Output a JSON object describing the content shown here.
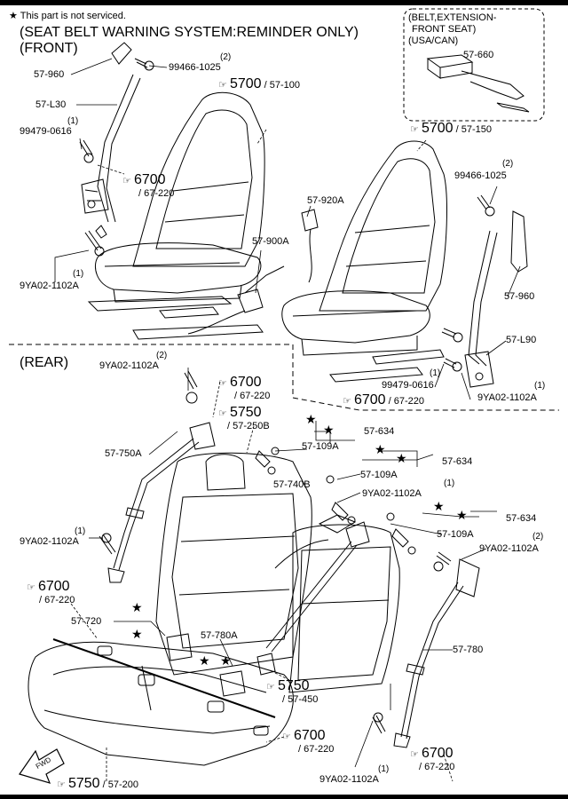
{
  "header": {
    "star_note": "This part is not serviced.",
    "title": "(SEAT BELT WARNING SYSTEM:REMINDER ONLY)",
    "front_label": "(FRONT)",
    "rear_label": "(REAR)"
  },
  "inset": {
    "title_l1": "(BELT,EXTENSION-",
    "title_l2": "FRONT SEAT)",
    "title_l3": "(USA/CAN)",
    "part": "57-660"
  },
  "parts": {
    "p57_960_l": "57-960",
    "p99466_l": "99466-1025",
    "p99466_l_qty": "(2)",
    "p57_l30": "57-L30",
    "p99479_l": "99479-0616",
    "p99479_l_qty": "(1)",
    "p9ya_fl": "9YA02-1102A",
    "p9ya_fl_qty": "(1)",
    "p57_920a": "57-920A",
    "p57_900a": "57-900A",
    "p99466_r": "99466-1025",
    "p99466_r_qty": "(2)",
    "p57_960_r": "57-960",
    "p57_l90": "57-L90",
    "p99479_r": "99479-0616",
    "p99479_r_qty": "(1)",
    "p9ya_fr": "9YA02-1102A",
    "p9ya_fr_qty": "(1)",
    "p9ya_rt": "9YA02-1102A",
    "p9ya_rt_qty": "(2)",
    "p57_634_a": "57-634",
    "p57_109a_a": "57-109A",
    "p57_750a": "57-750A",
    "p57_634_b": "57-634",
    "p57_109a_b": "57-109A",
    "p57_740b": "57-740B",
    "p9ya_c": "9YA02-1102A",
    "p9ya_c_qty": "(1)",
    "p57_634_c": "57-634",
    "p57_109a_c": "57-109A",
    "p9ya_rr": "9YA02-1102A",
    "p9ya_rr_qty": "(2)",
    "p9ya_rl": "9YA02-1102A",
    "p9ya_rl_qty": "(1)",
    "p57_720": "57-720",
    "p57_780a": "57-780A",
    "p57_780": "57-780",
    "p9ya_rb": "9YA02-1102A",
    "p9ya_rb_qty": "(1)"
  },
  "refs": {
    "r1": {
      "big": "5700",
      "small": "/ 57-100"
    },
    "r2": {
      "big": "5700",
      "small": "/ 57-150"
    },
    "r3": {
      "big": "6700",
      "small": "/ 67-220"
    },
    "r4": {
      "big": "6700",
      "small": "/ 67-220"
    },
    "r5": {
      "big": "6700",
      "small": "/ 67-220"
    },
    "r6": {
      "big": "5750",
      "small": "/ 57-250B"
    },
    "r7": {
      "big": "6700",
      "small": "/ 67-220"
    },
    "r8": {
      "big": "5750",
      "small": "/ 57-450"
    },
    "r9": {
      "big": "6700",
      "small": "/ 67-220"
    },
    "r10": {
      "big": "6700",
      "small": "/ 67-220"
    },
    "r11": {
      "big": "5750",
      "small": "/ 57-200"
    }
  },
  "fwd": "FWD"
}
